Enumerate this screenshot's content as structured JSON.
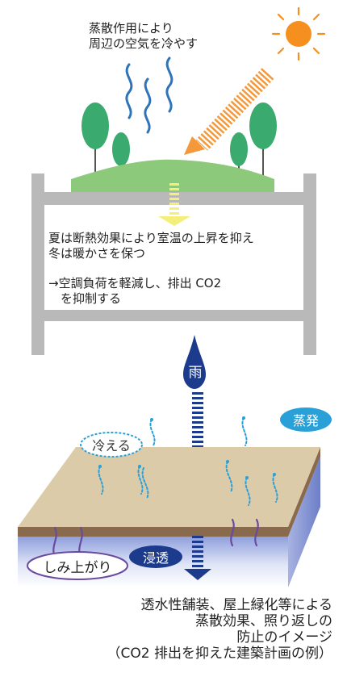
{
  "top_caption": [
    "蒸散作用により",
    "周辺の空気を冷やす"
  ],
  "building_text": {
    "line1": [
      "夏は断熱効果により室温の上昇を抑え",
      "冬は暖かさを保つ"
    ],
    "line2": [
      "→空調負荷を軽減し、排出 CO2",
      "　を抑制する"
    ]
  },
  "labels": {
    "rain": "雨",
    "evaporation": "蒸発",
    "cooling": "冷える",
    "percolation": "浸透",
    "capillary_rise": "しみ上がり"
  },
  "bottom_caption": [
    "透水性舗装、屋上緑化等による",
    "蒸散効果、照り返しの",
    "防止のイメージ",
    "（CO2 排出を抑えた建築計画の例）"
  ],
  "colors": {
    "sun": "#f5901e",
    "tree": "#3aaa6e",
    "grass": "#8cc97a",
    "building": "#b9b9b9",
    "navy": "#1c3b8c",
    "cyan": "#2aa0d8",
    "pavement": "#dccba8",
    "soil": "#8a6a4c",
    "ground": "#b8c4ea"
  }
}
